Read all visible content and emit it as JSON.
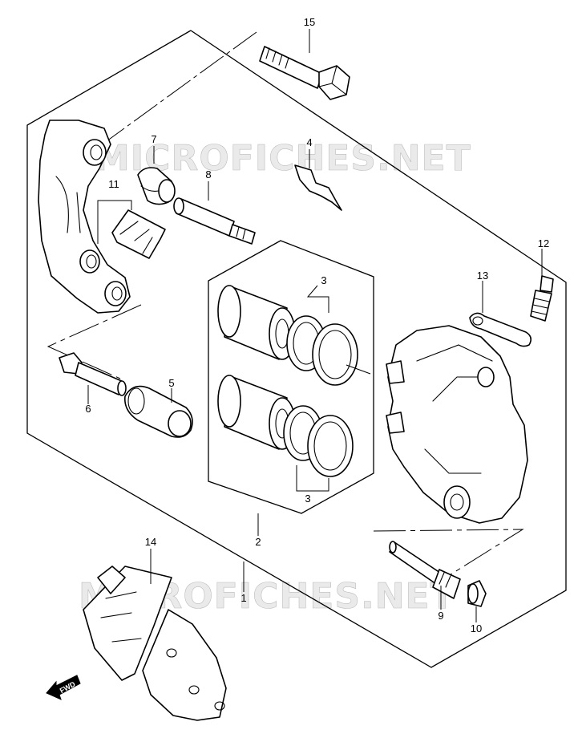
{
  "watermark": "MICROFICHES.NET",
  "fwd_label": "FWD",
  "callouts": {
    "p1": "1",
    "p2": "2",
    "p3a": "3",
    "p3b": "3",
    "p4": "4",
    "p5": "5",
    "p6": "6",
    "p7": "7",
    "p8": "8",
    "p9": "9",
    "p10": "10",
    "p11": "11",
    "p12": "12",
    "p13": "13",
    "p14": "14",
    "p15": "15"
  }
}
